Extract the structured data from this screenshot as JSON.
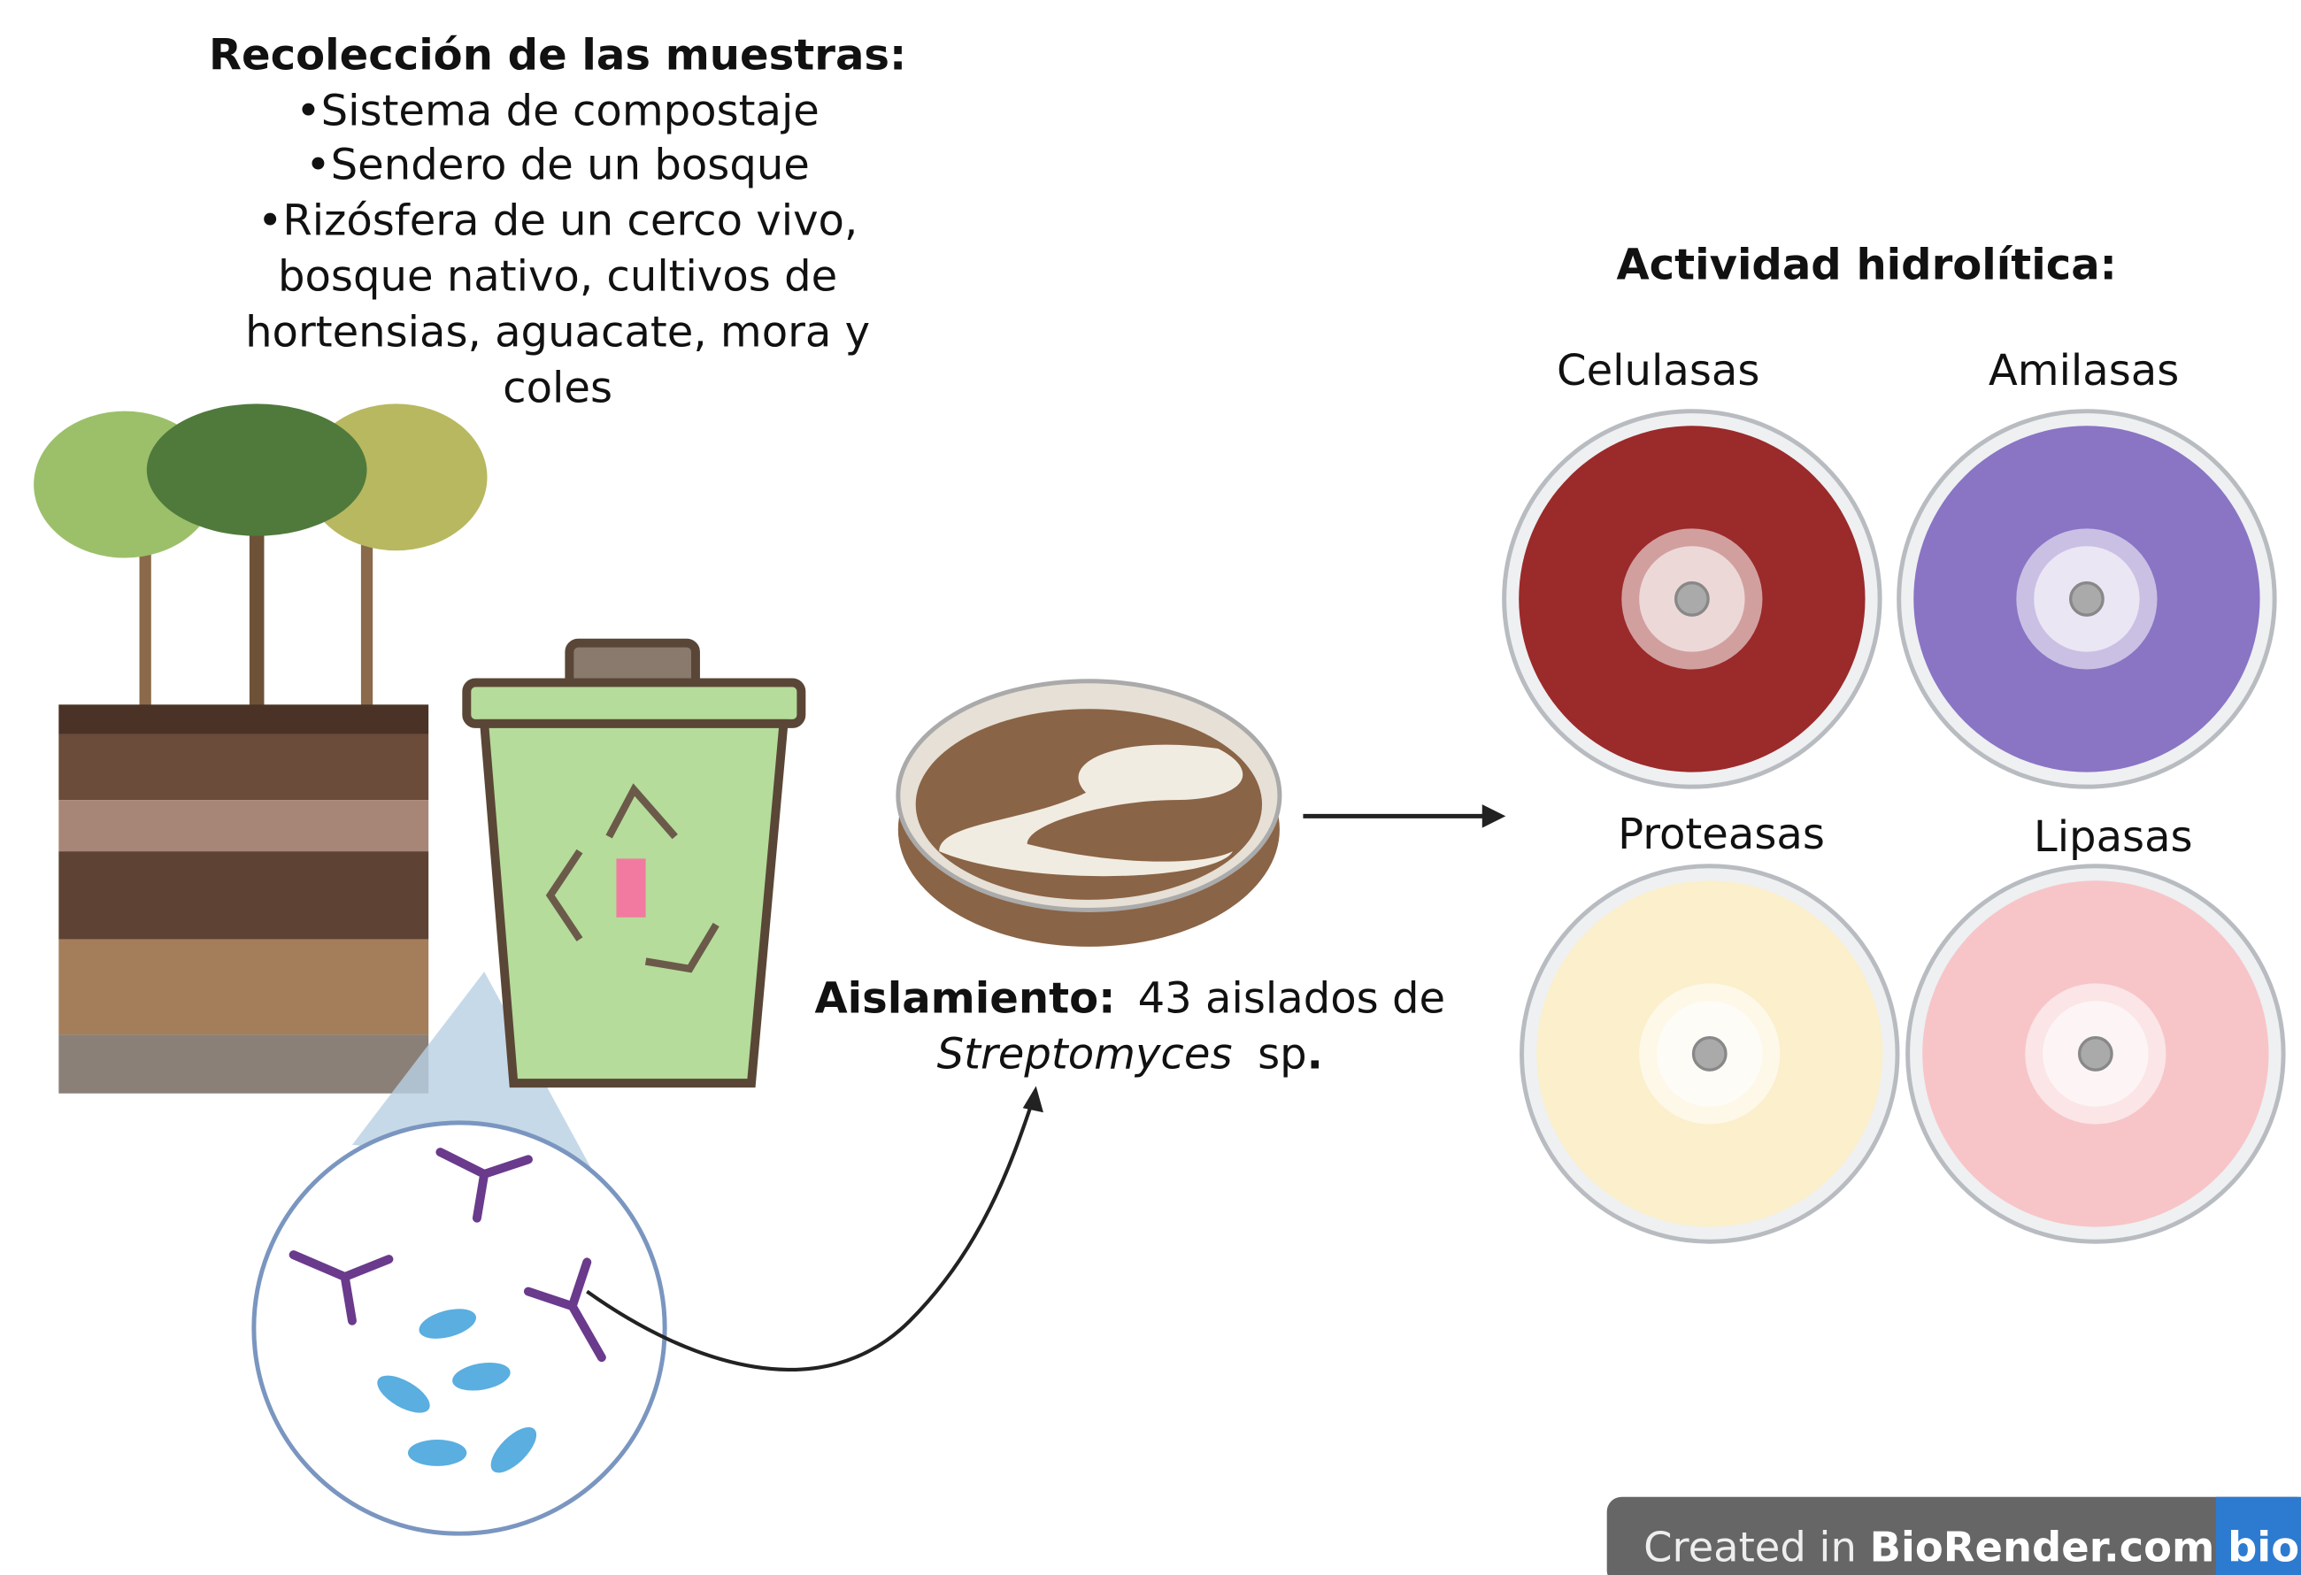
{
  "collection": {
    "title": "Recolección de las muestras:",
    "lines": [
      "•Sistema de compostaje",
      "•Sendero de un bosque",
      "•Rizósfera de un cerco vivo,",
      "bosque nativo, cultivos de",
      "hortensias, aguacate, mora y",
      "coles"
    ]
  },
  "isolation": {
    "label": "Aislamiento:",
    "text": "43 aislados de",
    "species": "Streptomyces",
    "suffix": "sp",
    "period": "."
  },
  "activity": {
    "title": "Actividad hidrolítica:",
    "plates": [
      {
        "label": "Celulasas",
        "color": "#9b2a2a"
      },
      {
        "label": "Amilasas",
        "color": "#8a74c4"
      },
      {
        "label": "Proteasas",
        "color": "#fbefcc"
      },
      {
        "label": "Lipasas",
        "color": "#f7c5c8"
      }
    ]
  },
  "badge": {
    "prefix": "Created in ",
    "brand": "BioRender.com",
    "logo": "bio"
  }
}
